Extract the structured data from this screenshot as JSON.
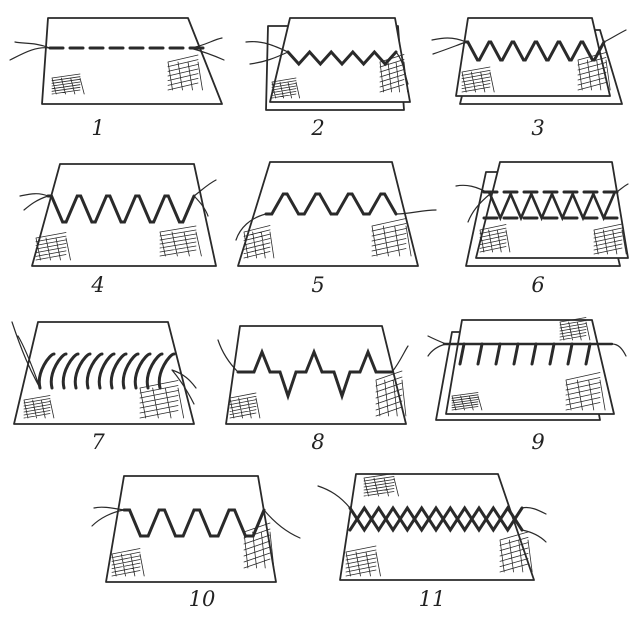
{
  "colors": {
    "ink": "#2a2a2a",
    "paper": "#ffffff"
  },
  "panels": [
    {
      "label": "1",
      "stitch": "running-stitch"
    },
    {
      "label": "2",
      "stitch": "zigzag-stitch"
    },
    {
      "label": "3",
      "stitch": "trapezoid-stitch"
    },
    {
      "label": "4",
      "stitch": "trapezoid-stitch"
    },
    {
      "label": "5",
      "stitch": "trapezoid-stitch"
    },
    {
      "label": "6",
      "stitch": "tacking-stitch"
    },
    {
      "label": "7",
      "stitch": "overcast-stitch"
    },
    {
      "label": "8",
      "stitch": "spike-stitch"
    },
    {
      "label": "9",
      "stitch": "edge-overcast-stitch"
    },
    {
      "label": "10",
      "stitch": "square-wave-stitch"
    },
    {
      "label": "11",
      "stitch": "cross-lattice-stitch"
    }
  ]
}
